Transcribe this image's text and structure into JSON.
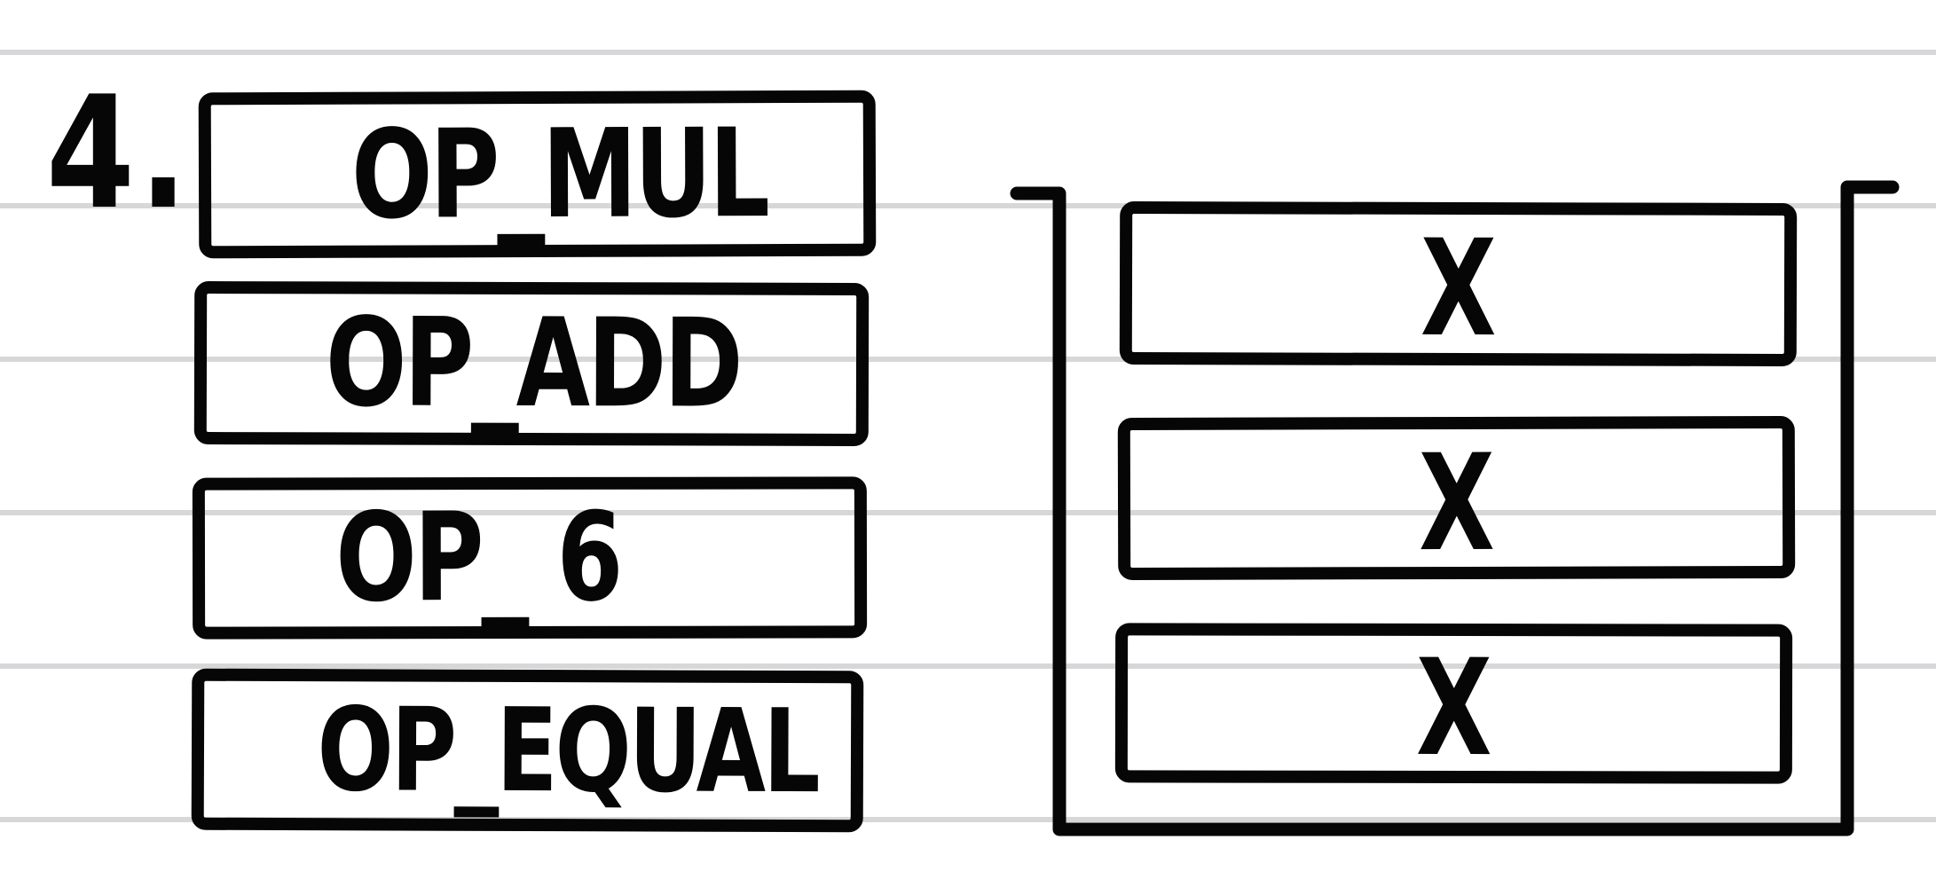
{
  "colors": {
    "background": "#ffffff",
    "ink": "#060606",
    "ruled_line": "#d7d7d9"
  },
  "step": {
    "label": "4."
  },
  "script_ops": [
    {
      "label": "OP_MUL"
    },
    {
      "label": "OP_ADD"
    },
    {
      "label": "OP_ 6"
    },
    {
      "label": "OP_EQUAL"
    }
  ],
  "stack": {
    "container": "open-top-stack-bracket",
    "items": [
      {
        "label": "X"
      },
      {
        "label": "X"
      },
      {
        "label": "X"
      }
    ]
  }
}
